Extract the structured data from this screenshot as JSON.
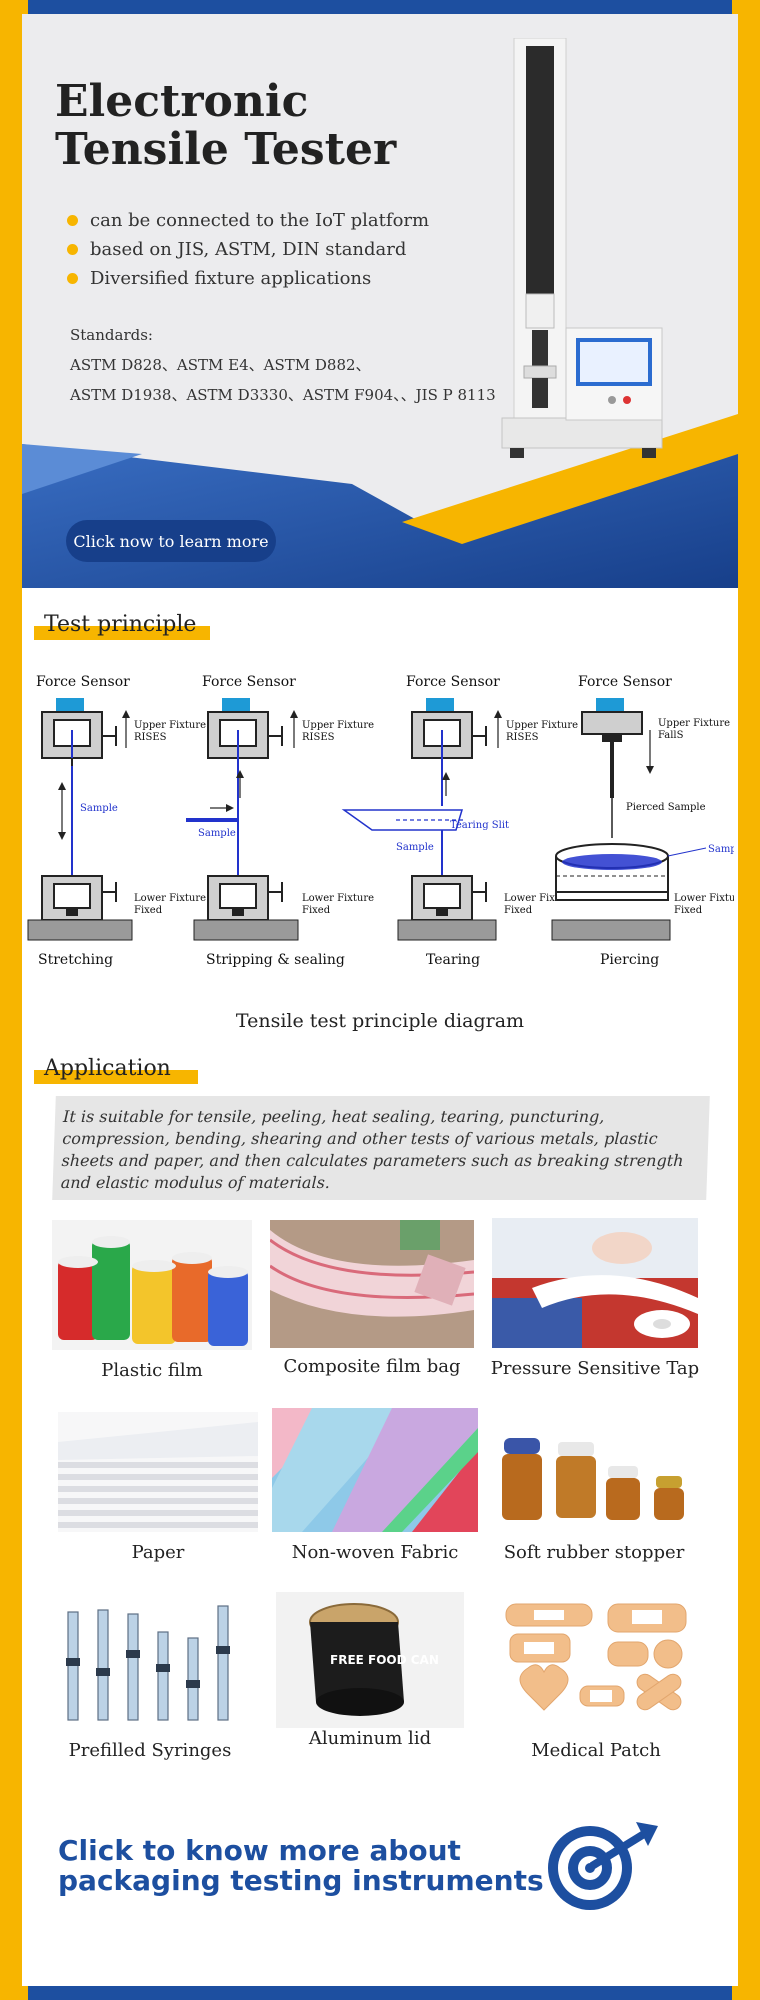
{
  "hero": {
    "title": "Electronic Tensile Tester",
    "bullets": [
      "can be connected to the IoT platform",
      "based on  JIS, ASTM, DIN  standard",
      "Diversified fixture applications"
    ],
    "standards_label": "Standards:",
    "standards_line1": "ASTM D828、ASTM E4、ASTM D882、",
    "standards_line2": "ASTM D1938、ASTM D3330、ASTM F904、、JIS P 8113",
    "cta_label": "Click now to learn more"
  },
  "principle": {
    "title": "Test principle",
    "caption": "Tensile test principle diagram",
    "columns": [
      {
        "sensor": "Force Sensor",
        "upper": "Upper Fixture",
        "upper2": "RISES",
        "sample": "Sample",
        "lower": "Lower Fixture",
        "lower2": "Fixed",
        "name": "Stretching"
      },
      {
        "sensor": "Force Sensor",
        "upper": "Upper Fixture",
        "upper2": "RISES",
        "sample": "Sample",
        "lower": "Lower Fixture",
        "lower2": "Fixed",
        "name": "Stripping & sealing"
      },
      {
        "sensor": "Force Sensor",
        "upper": "Upper Fixture",
        "upper2": "RISES",
        "sample": "Sample",
        "slit": "Tearing Slit",
        "lower": "Lower Fixture",
        "lower2": "Fixed",
        "name": "Tearing"
      },
      {
        "sensor": "Force Sensor",
        "upper": "Upper Fixture",
        "upper2": "FallS",
        "sample": "Sample",
        "pierced": "Pierced Sample",
        "lower": "Lower Fixture",
        "lower2": "Fixed",
        "name": "Piercing"
      }
    ]
  },
  "application": {
    "title": "Application",
    "description": "It is suitable for tensile, peeling, heat sealing, tearing, puncturing, compression, bending, shearing and other tests of various metals, plastic sheets and paper, and then calculates parameters such as breaking strength and elastic modulus of materials.",
    "items": [
      {
        "label": "Plastic film"
      },
      {
        "label": "Composite film bag"
      },
      {
        "label": "Pressure Sensitive Tap"
      },
      {
        "label": "Paper"
      },
      {
        "label": "Non-woven Fabric"
      },
      {
        "label": "Soft rubber stopper"
      },
      {
        "label": "Prefilled Syringes"
      },
      {
        "label": "Aluminum lid"
      },
      {
        "label": "Medical Patch"
      }
    ],
    "can_text": "FREE FOOD CAN"
  },
  "footer": {
    "cta_line1": "Click to know more about",
    "cta_line2": "packaging testing instruments"
  },
  "colors": {
    "brand_blue": "#1d4fa0",
    "accent_orange": "#f7b500"
  }
}
